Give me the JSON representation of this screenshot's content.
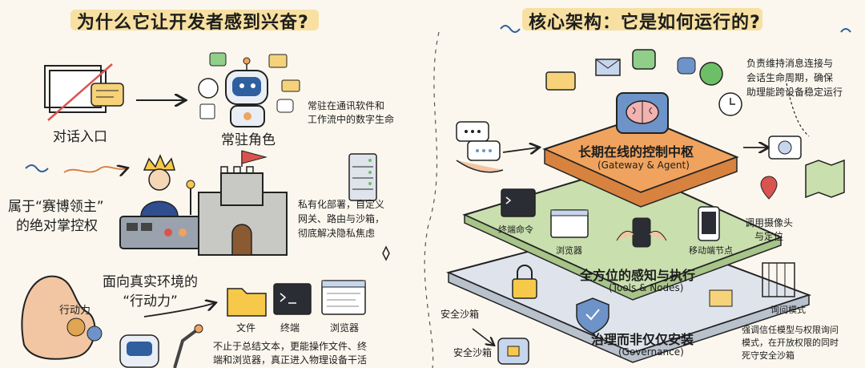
{
  "left": {
    "title": "为什么它让开发者感到兴奋?",
    "items": [
      {
        "label": "对话入口"
      },
      {
        "label": "常驻角色"
      },
      {
        "desc_line1": "常驻在通讯软件和",
        "desc_line2": "工作流中的数字生命"
      },
      {
        "label_line1": "属于“赛博领主”",
        "label_line2": "的绝对掌控权"
      },
      {
        "desc_line1": "私有化部署，自定义",
        "desc_line2": "网关、路由与沙箱，",
        "desc_line3": "彻底解决隐私焦虑"
      },
      {
        "label_line1": "面向真实环境的",
        "label_line2": "“行动力”"
      },
      {
        "badge": "行动力"
      },
      {
        "file": "文件",
        "terminal": "终端",
        "browser": "浏览器"
      },
      {
        "desc_line1": "不止于总结文本，更能操作文件、终",
        "desc_line2": "端和浏览器，真正进入物理设备干活"
      }
    ]
  },
  "right": {
    "title": "核心架构：它是如何运行的?",
    "top_note_line1": "负责维持消息连接与",
    "top_note_line2": "会话生命周期，确保",
    "top_note_line3": "助理能跨设备稳定运行",
    "layer1_title": "长期在线的控制中枢",
    "layer1_sub": "(Gateway & Agent)",
    "layer2_title": "全方位的感知与执行",
    "layer2_sub": "(Tools & Nodes)",
    "terminal_cmd": "终端命令",
    "browser": "浏览器",
    "mobile_node": "移动端节点",
    "camera_note_line1": "调用摄像头",
    "camera_note_line2": "与定位",
    "layer3_title": "治理而非仅仅安装",
    "layer3_sub": "(Governance)",
    "sandbox1": "安全沙箱",
    "sandbox2": "安全沙箱",
    "ask_mode": "询问模式",
    "gov_note_line1": "强调信任模型与权限询问",
    "gov_note_line2": "模式，在开放权限的同时",
    "gov_note_line3": "死守安全沙箱"
  },
  "colors": {
    "highlight": "#f6dc93",
    "orange": "#f0a35e",
    "green": "#c9dfae",
    "slate": "#dfe4ec",
    "blue": "#6d93c8",
    "red": "#d9534f"
  }
}
